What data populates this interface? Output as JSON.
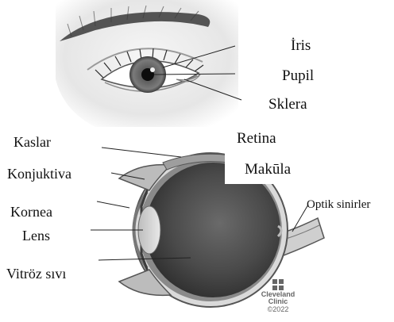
{
  "labels": {
    "iris": "İris",
    "pupil": "Pupil",
    "sclera": "Sklera",
    "muscles": "Kaslar",
    "retina": "Retina",
    "conjunctiva": "Konjuktiva",
    "macula": "Makūla",
    "optic_nerves": "Optik sinirler",
    "cornea": "Kornea",
    "lens": "Lens",
    "vitreous": "Vitröz sıvı"
  },
  "credit": {
    "line1": "Cleveland",
    "line2": "Clinic",
    "year": "©2022"
  },
  "colors": {
    "background": "#ffffff",
    "text": "#111111",
    "leader_line": "#222222",
    "eyeball_fill": "#4a4a4a",
    "iris_fill": "#6e6e6e"
  }
}
